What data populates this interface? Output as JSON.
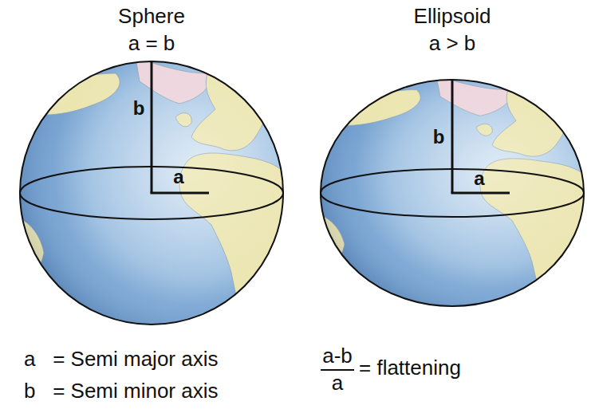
{
  "diagram": {
    "labels": [
      "Sphere",
      "a = b",
      "Ellipsoid",
      "a > b",
      "b",
      "a",
      "b",
      "a",
      "a   = Semi major axis",
      "b   = Semi minor axis",
      "a-b",
      "a",
      "= flattening"
    ]
  }
}
